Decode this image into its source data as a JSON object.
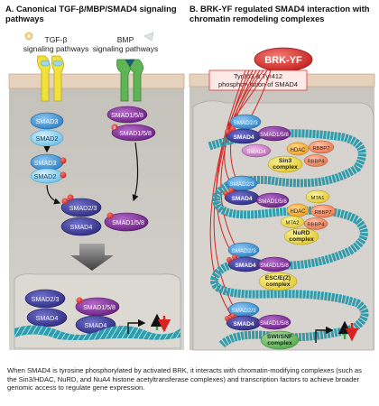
{
  "panel_a": {
    "title": "A. Canonical TGF-β/MBP/SMAD4 signaling pathways",
    "tgf_label": "TGF-β signaling pathways",
    "bmp_label": "BMP signaling pathways",
    "p1_smad3": "SMAD3",
    "p1_smad2": "SMAD2",
    "p1_smad158": "SMAD1/5/8",
    "p2_smad158": "SMAD1/5/8",
    "p3_smad3": "SMAD3",
    "p3_smad2": "SMAD2",
    "p4_smad23": "SMAD2/3",
    "p4_smad4": "SMAD4",
    "p4_smad158": "SMAD1/5/8",
    "n_smad23": "SMAD2/3",
    "n_smad4a": "SMAD4",
    "n_smad158": "SMAD1/5/8",
    "n_smad4b": "SMAD4"
  },
  "panel_b": {
    "title": "B. BRK-YF regulated SMAD4 interaction with chromatin remodeling complexes",
    "brk_label": "BRK-YF",
    "phospho_note": "Tyr353 & Tyr412 phosphorylation of SMAD4",
    "c1": {
      "smad23": "SMAD2/3",
      "smad4": "SMAD4",
      "smad158": "SMAD1/5/8",
      "smad4b": "SMAD4",
      "hdac": "HDAC",
      "rbbp7": "RBBP7",
      "rbbp4": "RBBP4",
      "complex": "Sin3 complex"
    },
    "c2": {
      "smad23": "SMAD2/3",
      "smad4": "SMAD4",
      "smad158": "SMAD1/5/8",
      "mta1": "MTA1",
      "hdac": "HDAC",
      "rbbp7": "RBBP7",
      "mta2": "MTA2",
      "rbbp4": "RBBP4",
      "complex": "NuRD complex"
    },
    "c3": {
      "smad23": "SMAD2/3",
      "smad4": "SMAD4",
      "smad158": "SMAD1/5/8",
      "complex": "ESC/E(Z) complex"
    },
    "c4": {
      "smad23": "SMAD2/3",
      "smad4": "SMAD4",
      "smad158": "SMAD1/5/8",
      "complex": "SWI/SNF complex"
    }
  },
  "caption": "When SMAD4 is tyrosine phosphorylated by activated BRK, it interacts with chromatin-modifying complexes (such as the Sin3/HDAC, NuRD, and NuA4 histone acetyltransferase complexes) and transcription factors to achieve broader genomic access to regulate gene expression.",
  "colors": {
    "cell": "#c9c6c0",
    "membrane": "#e2cdb8",
    "smad3": "#3a8fd0",
    "smad2": "#7ec8ee",
    "smad4": "#3c3a94",
    "smad158": "#7a2a8e",
    "brk": "#e0302e",
    "dna": "#2f9dad",
    "hdac": "#f2b22a",
    "rbbp": "#f08a5d",
    "mta": "#f5d34a",
    "complex_yellow": "#f1de3e",
    "complex_green": "#5fb556"
  }
}
